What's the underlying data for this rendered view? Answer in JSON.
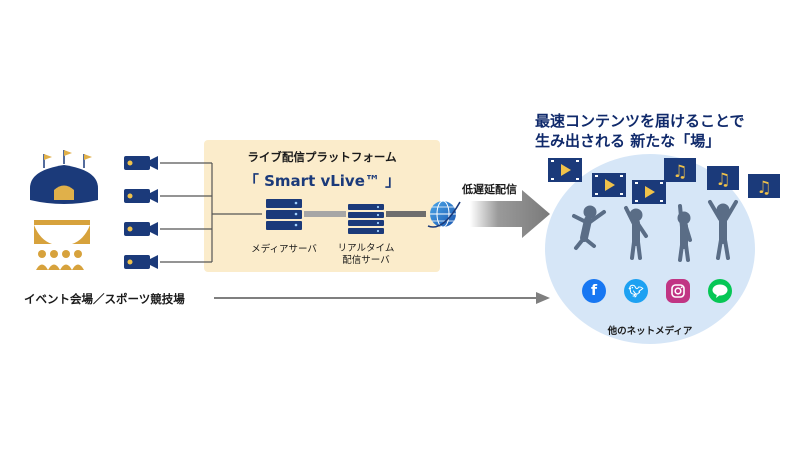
{
  "platform": {
    "title": "ライブ配信プラットフォーム",
    "name": "「 Smart vLive™ 」",
    "media_server_label": "メディアサーバ",
    "realtime_server_label_line1": "リアルタイム",
    "realtime_server_label_line2": "配信サーバ"
  },
  "latency_label": "低遅延配信",
  "venue_label": "イベント会場／スポーツ競技場",
  "headline": {
    "line1": "最速コンテンツを届けることで",
    "line2": "生み出される 新たな「場」"
  },
  "other_media_label": "他のネットメディア",
  "social_icons": [
    "facebook-icon",
    "twitter-icon",
    "instagram-icon",
    "line-icon"
  ],
  "colors": {
    "navy": "#1b3a7a",
    "gold": "#d7a23c",
    "platform_bg": "#fbeccb",
    "circle_bg": "#d6e6f7",
    "arrow_gray": "#7f7f7f",
    "facebook": "#1877f2",
    "twitter": "#1da1f2",
    "instagram": "#c13584",
    "line": "#06c755"
  }
}
